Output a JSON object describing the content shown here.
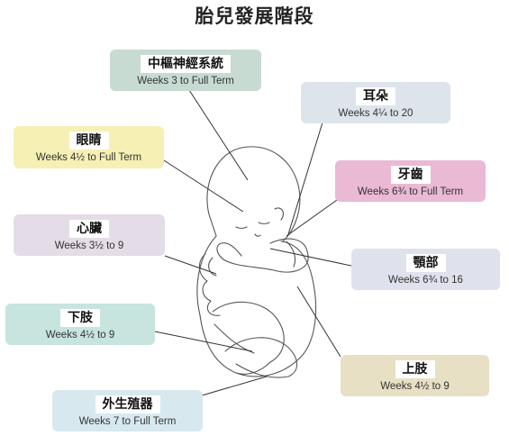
{
  "title": "胎兒發展階段",
  "stages": {
    "cns": {
      "name": "中樞神經系統",
      "weeks": "Weeks 3 to Full Term",
      "color": "#c7dbd3"
    },
    "ears": {
      "name": "耳朵",
      "weeks": "Weeks 4¼ to 20",
      "color": "#dde4ec"
    },
    "eyes": {
      "name": "眼睛",
      "weeks": "Weeks 4½ to Full Term",
      "color": "#f6f0b5"
    },
    "teeth": {
      "name": "牙齒",
      "weeks": "Weeks 6¾ to Full Term",
      "color": "#eab9d4"
    },
    "heart": {
      "name": "心臟",
      "weeks": "Weeks 3½ to 9",
      "color": "#e4dce6"
    },
    "palate": {
      "name": "顎部",
      "weeks": "Weeks 6¾ to 16",
      "color": "#dfe1ec"
    },
    "lowerlimb": {
      "name": "下肢",
      "weeks": "Weeks 4½ to 9",
      "color": "#c8e4df"
    },
    "upperlimb": {
      "name": "上肢",
      "weeks": "Weeks 4½ to 9",
      "color": "#e8e0c4"
    },
    "genitals": {
      "name": "外生殖器",
      "weeks": "Weeks 7 to Full Term",
      "color": "#d7e8ef"
    }
  }
}
